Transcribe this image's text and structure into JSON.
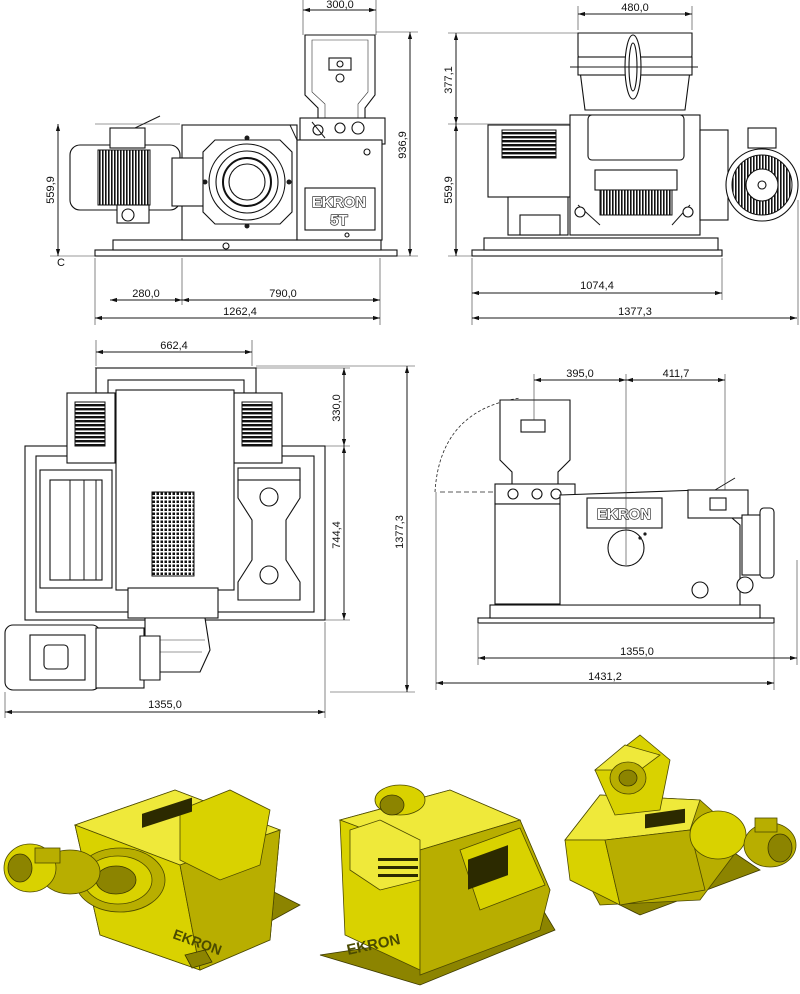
{
  "dimensions": {
    "front": {
      "top_width": "300,0",
      "height_left": "559,9",
      "height_right": "936,9",
      "bottom_left": "280,0",
      "bottom_mid": "790,0",
      "bottom_total": "1262,4",
      "corner_mark": "C"
    },
    "side": {
      "top_width": "480,0",
      "height_upper": "377,1",
      "height_lower": "559,9",
      "bottom_inner": "1074,4",
      "bottom_total": "1377,3"
    },
    "top": {
      "width_top": "662,4",
      "height_upper": "330,0",
      "height_mid": "744,4",
      "height_total": "1377,3",
      "width_total": "1355,0"
    },
    "rear": {
      "top_left": "395,0",
      "top_right": "411,7",
      "bottom_inner": "1355,0",
      "bottom_total": "1431,2"
    }
  },
  "logos": {
    "brand": "EKRON",
    "model": "5T"
  }
}
